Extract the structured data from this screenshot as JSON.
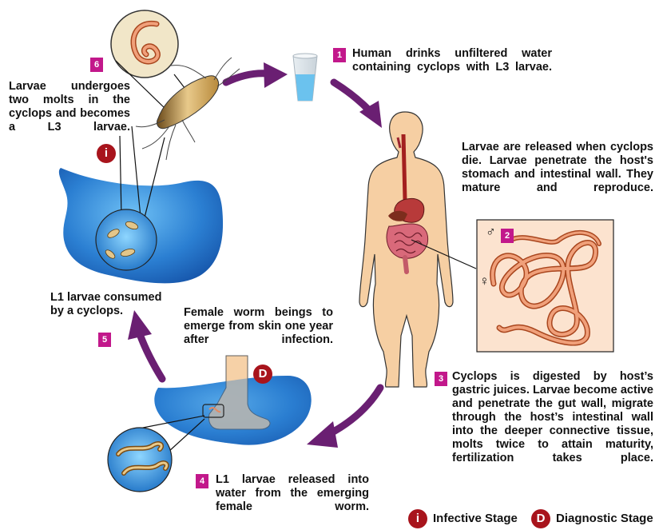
{
  "steps": {
    "s1": {
      "num": "1",
      "text": "Human drinks unfiltered water containing cyclops with L3 larvae."
    },
    "s_release": {
      "text": "Larvae are released when cyclops die. Larvae penetrate the host's stomach and intestinal wall. They mature and reproduce."
    },
    "s2": {
      "num": "2",
      "male": "♂",
      "female": "♀"
    },
    "s3": {
      "num": "3",
      "text": "Cyclops is digested by host’s gastric juices. Larvae become active and penetrate the gut wall, migrate through the host’s intestinal wall into the deeper connective tissue, molts twice to attain maturity, fertilization takes place."
    },
    "s4": {
      "num": "4",
      "text": "L1 larvae released into water from the emerging female worm."
    },
    "s_emerge": {
      "text": "Female worm beings to emerge from skin one year after infection."
    },
    "s5": {
      "num": "5",
      "text": "L1 larvae consumed by a cyclops."
    },
    "s6": {
      "num": "6",
      "text": "Larvae undergoes two molts in the cyclops and becomes a L3 larvae."
    }
  },
  "legend": {
    "infective_symbol": "i",
    "infective_label": "Infective Stage",
    "diagnostic_symbol": "D",
    "diagnostic_label": "Diagnostic Stage"
  },
  "colors": {
    "arrow": "#6a1f72",
    "number_box": "#c2188b",
    "badge": "#a8141c",
    "water": "#1f6fc4",
    "worm": "#e58a62",
    "skin": "#f6cfa3"
  }
}
